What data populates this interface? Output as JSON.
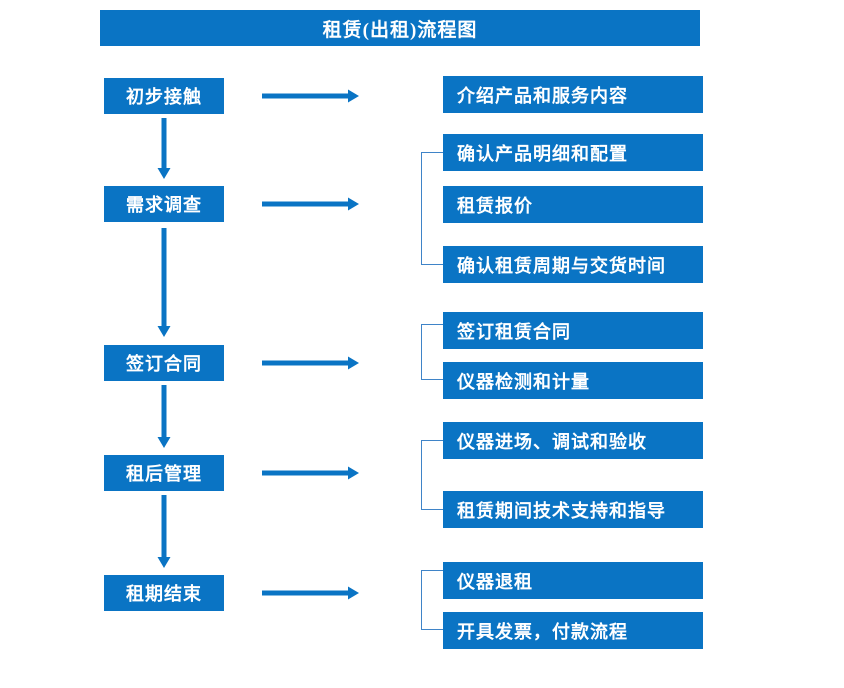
{
  "title": "租赁(出租)流程图",
  "colors": {
    "primary_blue": "#0a74c4",
    "bracket_blue": "#3f84c8",
    "text_on_blue": "#ffffff",
    "background": "#ffffff"
  },
  "stages": [
    {
      "label": "初步接触"
    },
    {
      "label": "需求调查"
    },
    {
      "label": "签订合同"
    },
    {
      "label": "租后管理"
    },
    {
      "label": "租期结束"
    }
  ],
  "details": [
    {
      "label": "介绍产品和服务内容"
    },
    {
      "label": "确认产品明细和配置"
    },
    {
      "label": "租赁报价"
    },
    {
      "label": "确认租赁周期与交货时间"
    },
    {
      "label": "签订租赁合同"
    },
    {
      "label": "仪器检测和计量"
    },
    {
      "label": "仪器进场、调试和验收"
    },
    {
      "label": "租赁期间技术支持和指导"
    },
    {
      "label": "仪器退租"
    },
    {
      "label": "开具发票，付款流程"
    }
  ],
  "connectors": {
    "horizontal_arrow_count": 5,
    "vertical_arrow_count": 4,
    "bracket_count": 4
  }
}
